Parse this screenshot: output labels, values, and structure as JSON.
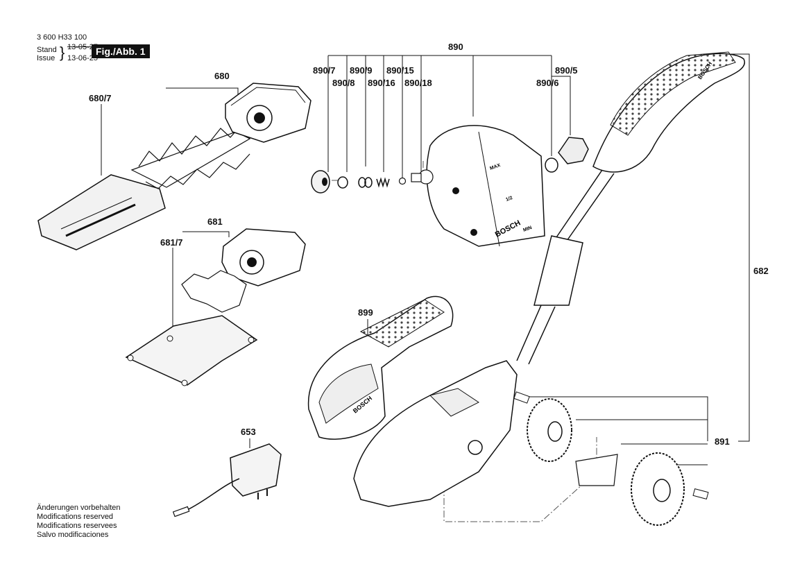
{
  "header": {
    "part_number": "3 600 H33 100",
    "stand_label": "Stand",
    "issue_label": "Issue",
    "stand_date": "13-05-27",
    "issue_date": "13-06-25",
    "figure_label": "Fig./Abb. 1"
  },
  "notes": [
    "Änderungen vorbehalten",
    "Modifications reserved",
    "Modifications reservees",
    "Salvo modificaciones"
  ],
  "callouts": {
    "c680": "680",
    "c680_7": "680/7",
    "c681": "681",
    "c681_7": "681/7",
    "c653": "653",
    "c899": "899",
    "c890": "890",
    "c890_7": "890/7",
    "c890_8": "890/8",
    "c890_9": "890/9",
    "c890_16": "890/16",
    "c890_15": "890/15",
    "c890_18": "890/18",
    "c890_5": "890/5",
    "c890_6": "890/6",
    "c682": "682",
    "c891": "891"
  },
  "labels_on_parts": {
    "brand": "BOSCH",
    "mode_max": "MAX",
    "mode_half": "1/2",
    "mode_min": "MIN"
  }
}
